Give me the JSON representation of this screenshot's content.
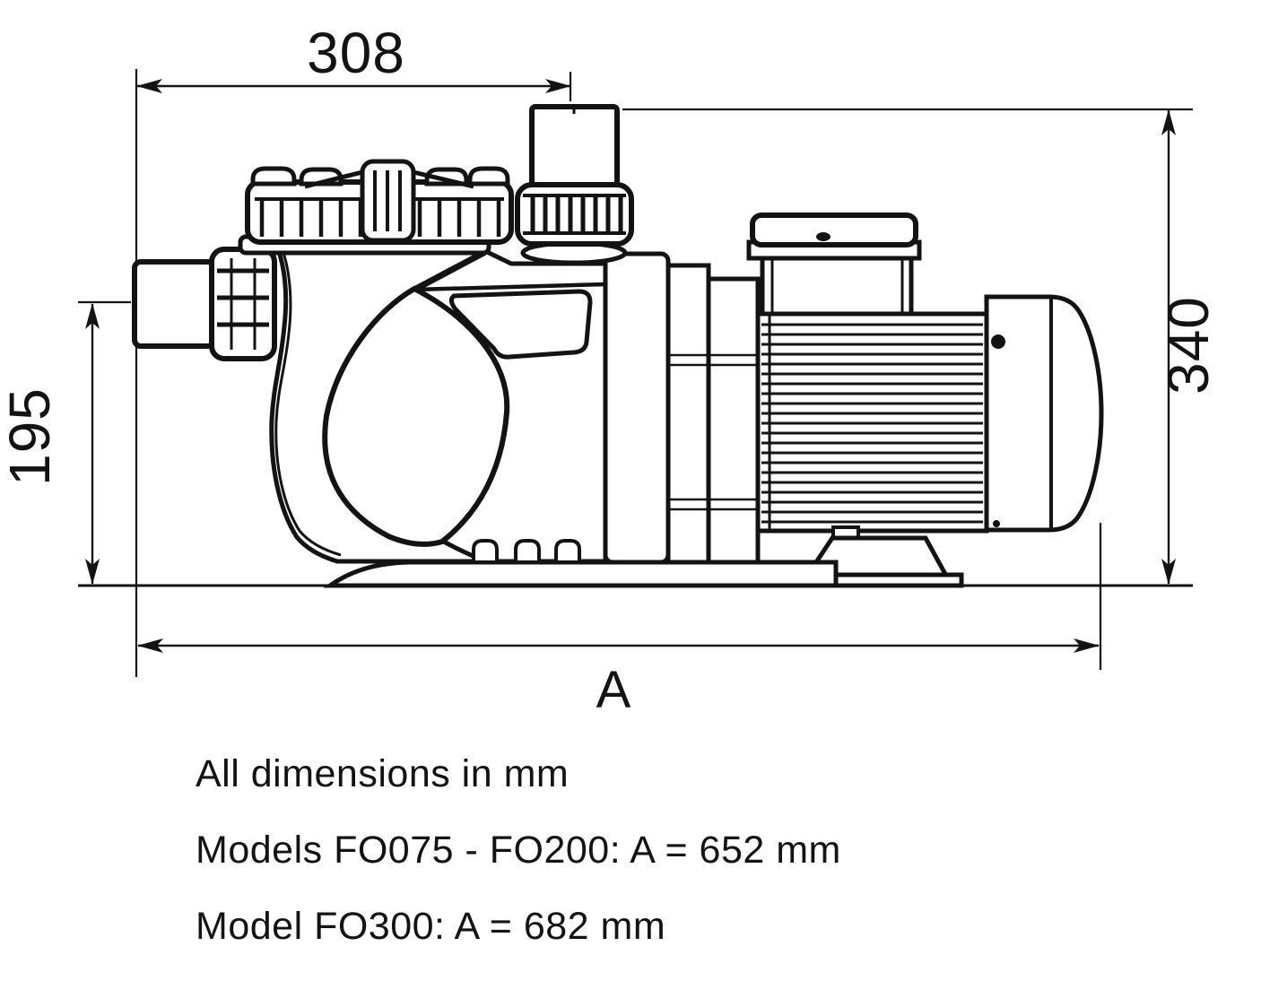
{
  "dimensions": {
    "top_width_mm": "308",
    "overall_height_mm": "340",
    "inlet_centerline_height_mm": "195",
    "overall_length_label": "A"
  },
  "notes": {
    "units_note": "All dimensions in mm",
    "models_range_note": "Models FO075 - FO200: A = 652 mm",
    "model_fo300_note": "Model FO300: A = 682 mm"
  },
  "colors": {
    "ink": "#131313",
    "background": "#ffffff"
  }
}
